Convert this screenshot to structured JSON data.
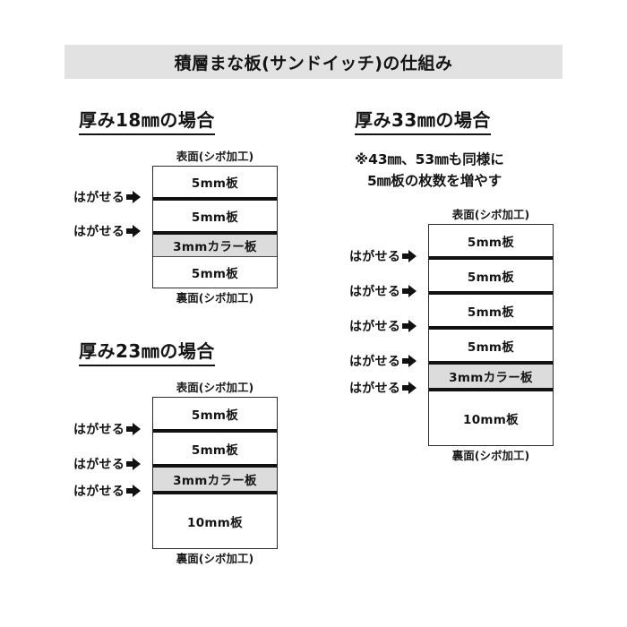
{
  "header": {
    "title": "積層まな板(サンドイッチ)の仕組み"
  },
  "sections": [
    {
      "heading": "厚み18㎜の場合",
      "top_face_label": "表面(シボ加工)",
      "bottom_face_label": "裏面(シボ加工)",
      "layers": [
        {
          "label": "5mm板",
          "color_board": false,
          "peelable_top": false
        },
        {
          "label": "5mm板",
          "color_board": false,
          "peelable_top": true
        },
        {
          "label": "3mmカラー板",
          "color_board": true,
          "peelable_top": true
        },
        {
          "label": "5mm板",
          "color_board": false,
          "peelable_top": false
        }
      ],
      "peel_label": "はがせる"
    },
    {
      "heading": "厚み23㎜の場合",
      "top_face_label": "表面(シボ加工)",
      "bottom_face_label": "裏面(シボ加工)",
      "layers": [
        {
          "label": "5mm板",
          "color_board": false,
          "peelable_top": false
        },
        {
          "label": "5mm板",
          "color_board": false,
          "peelable_top": true
        },
        {
          "label": "3mmカラー板",
          "color_board": true,
          "peelable_top": true
        },
        {
          "label": "10mm板",
          "color_board": false,
          "peelable_top": true
        }
      ],
      "peel_label": "はがせる"
    },
    {
      "heading": "厚み33㎜の場合",
      "note_line1": "※43㎜、53㎜も同様に",
      "note_line2": "5㎜板の枚数を増やす",
      "top_face_label": "表面(シボ加工)",
      "bottom_face_label": "裏面(シボ加工)",
      "layers": [
        {
          "label": "5mm板",
          "color_board": false,
          "peelable_top": false
        },
        {
          "label": "5mm板",
          "color_board": false,
          "peelable_top": true
        },
        {
          "label": "5mm板",
          "color_board": false,
          "peelable_top": true
        },
        {
          "label": "5mm板",
          "color_board": false,
          "peelable_top": true
        },
        {
          "label": "3mmカラー板",
          "color_board": true,
          "peelable_top": true
        },
        {
          "label": "10mm板",
          "color_board": false,
          "peelable_top": true
        }
      ],
      "peel_label": "はがせる"
    }
  ],
  "colors": {
    "banner_bg": "#e2e2e2",
    "color_board_fill": "#dcdcdc",
    "line": "#2a2a2a",
    "peel_line": "#111111",
    "text": "#141414",
    "page_bg": "#ffffff"
  }
}
